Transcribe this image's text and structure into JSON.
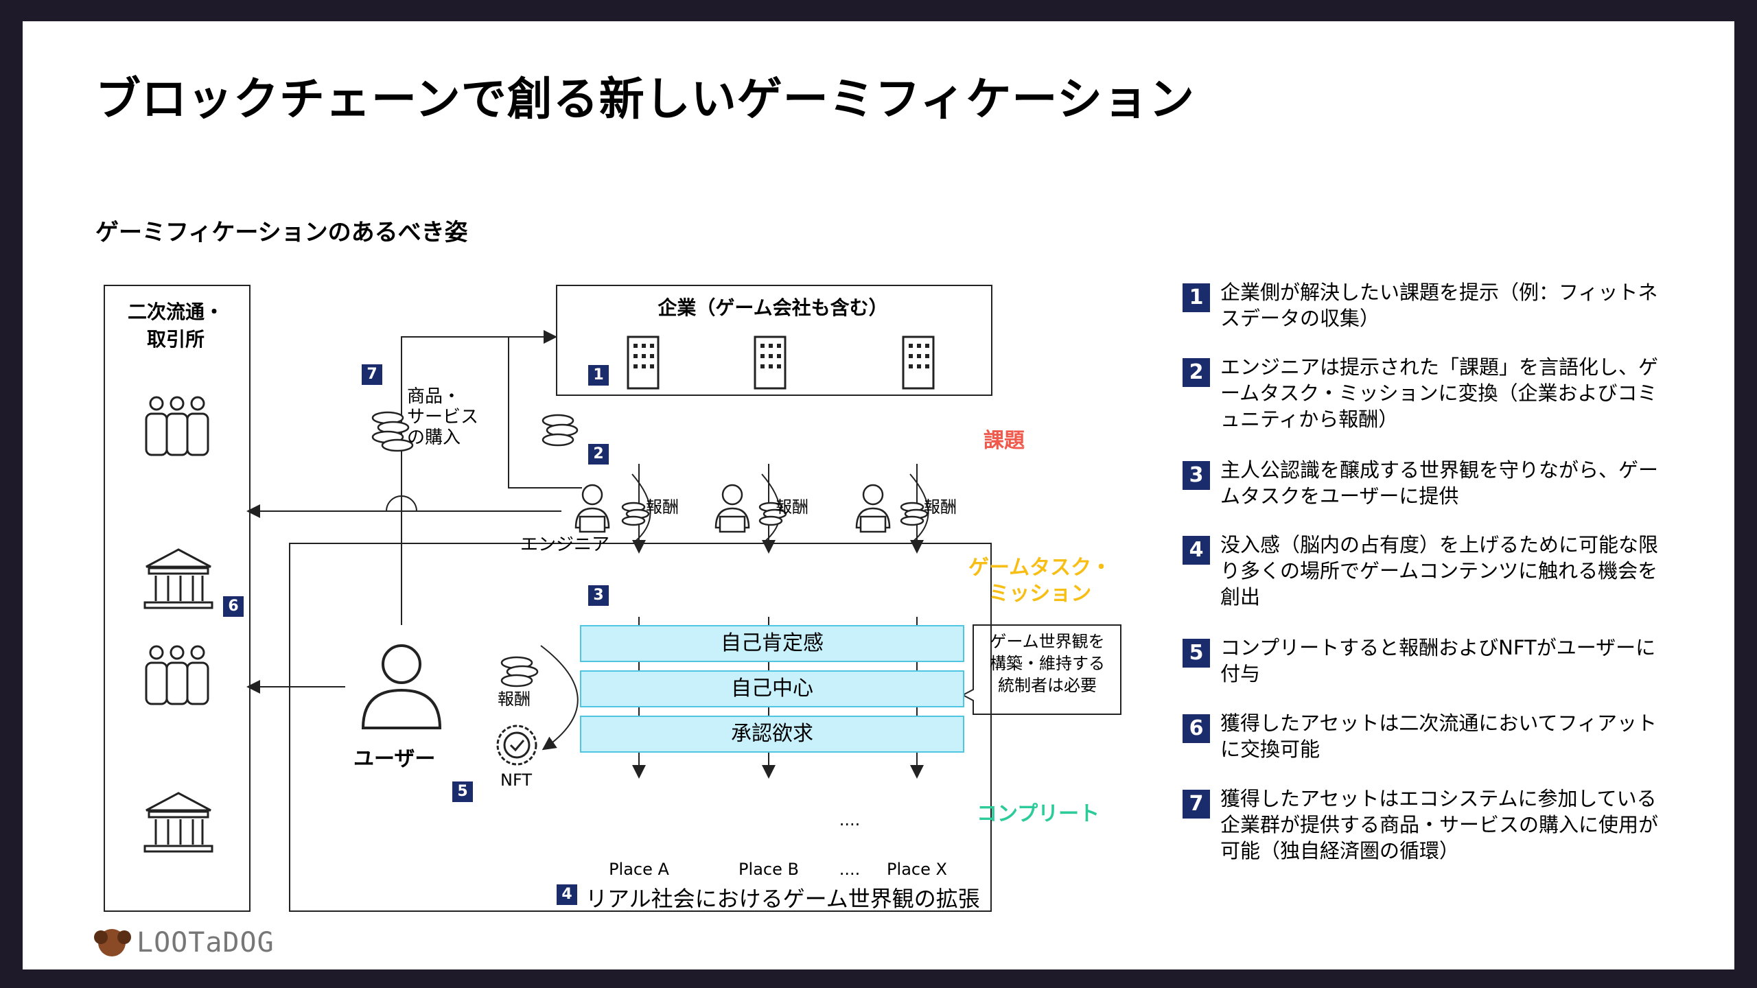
{
  "title": "ブロックチェーンで創る新しいゲーミフィケーション",
  "subtitle": "ゲーミフィケーションのあるべき姿",
  "diagram": {
    "secondary_market": "二次流通・\n取引所",
    "company": "企業（ゲーム会社も含む）",
    "purchase": "商品・\nサービス\nの購入",
    "reward": "報酬",
    "engineer": "エンジニア",
    "challenge": "課題",
    "game_task": "ゲームタスク・\nミッション",
    "complete": "コンプリート",
    "layers": [
      "自己肯定感",
      "自己中心",
      "承認欲求"
    ],
    "callout": "ゲーム世界観を\n構築・維持する\n統制者は必要",
    "user": "ユーザー",
    "nft": "NFT",
    "places": [
      "Place A",
      "Place B",
      "....",
      "Place X"
    ],
    "dots": "....",
    "real_world": "リアル社会におけるゲーム世界観の拡張",
    "badges": [
      "1",
      "2",
      "3",
      "4",
      "5",
      "6",
      "7"
    ]
  },
  "notes": [
    {
      "num": "1",
      "text": "企業側が解決したい課題を提示（例：フィットネスデータの収集）"
    },
    {
      "num": "2",
      "text": "エンジニアは提示された「課題」を言語化し、ゲームタスク・ミッションに変換（企業およびコミュニティから報酬）"
    },
    {
      "num": "3",
      "text": "主人公認識を醸成する世界観を守りながら、ゲームタスクをユーザーに提供"
    },
    {
      "num": "4",
      "text": "没入感（脳内の占有度）を上げるために可能な限り多くの場所でゲームコンテンツに触れる機会を創出"
    },
    {
      "num": "5",
      "text": "コンプリートすると報酬およびNFTがユーザーに付与"
    },
    {
      "num": "6",
      "text": "獲得したアセットは二次流通においてフィアットに交換可能"
    },
    {
      "num": "7",
      "text": "獲得したアセットはエコシステムに参加している企業群が提供する商品・サービスの購入に使用が可能（独自経済圏の循環）"
    }
  ],
  "logo": "LOOTaDOG",
  "colors": {
    "challenge": "#ef5a4c",
    "task": "#f7be16",
    "complete": "#2ecb9a",
    "layer": "#c8f1fb",
    "badge": "#1a2c6b"
  }
}
